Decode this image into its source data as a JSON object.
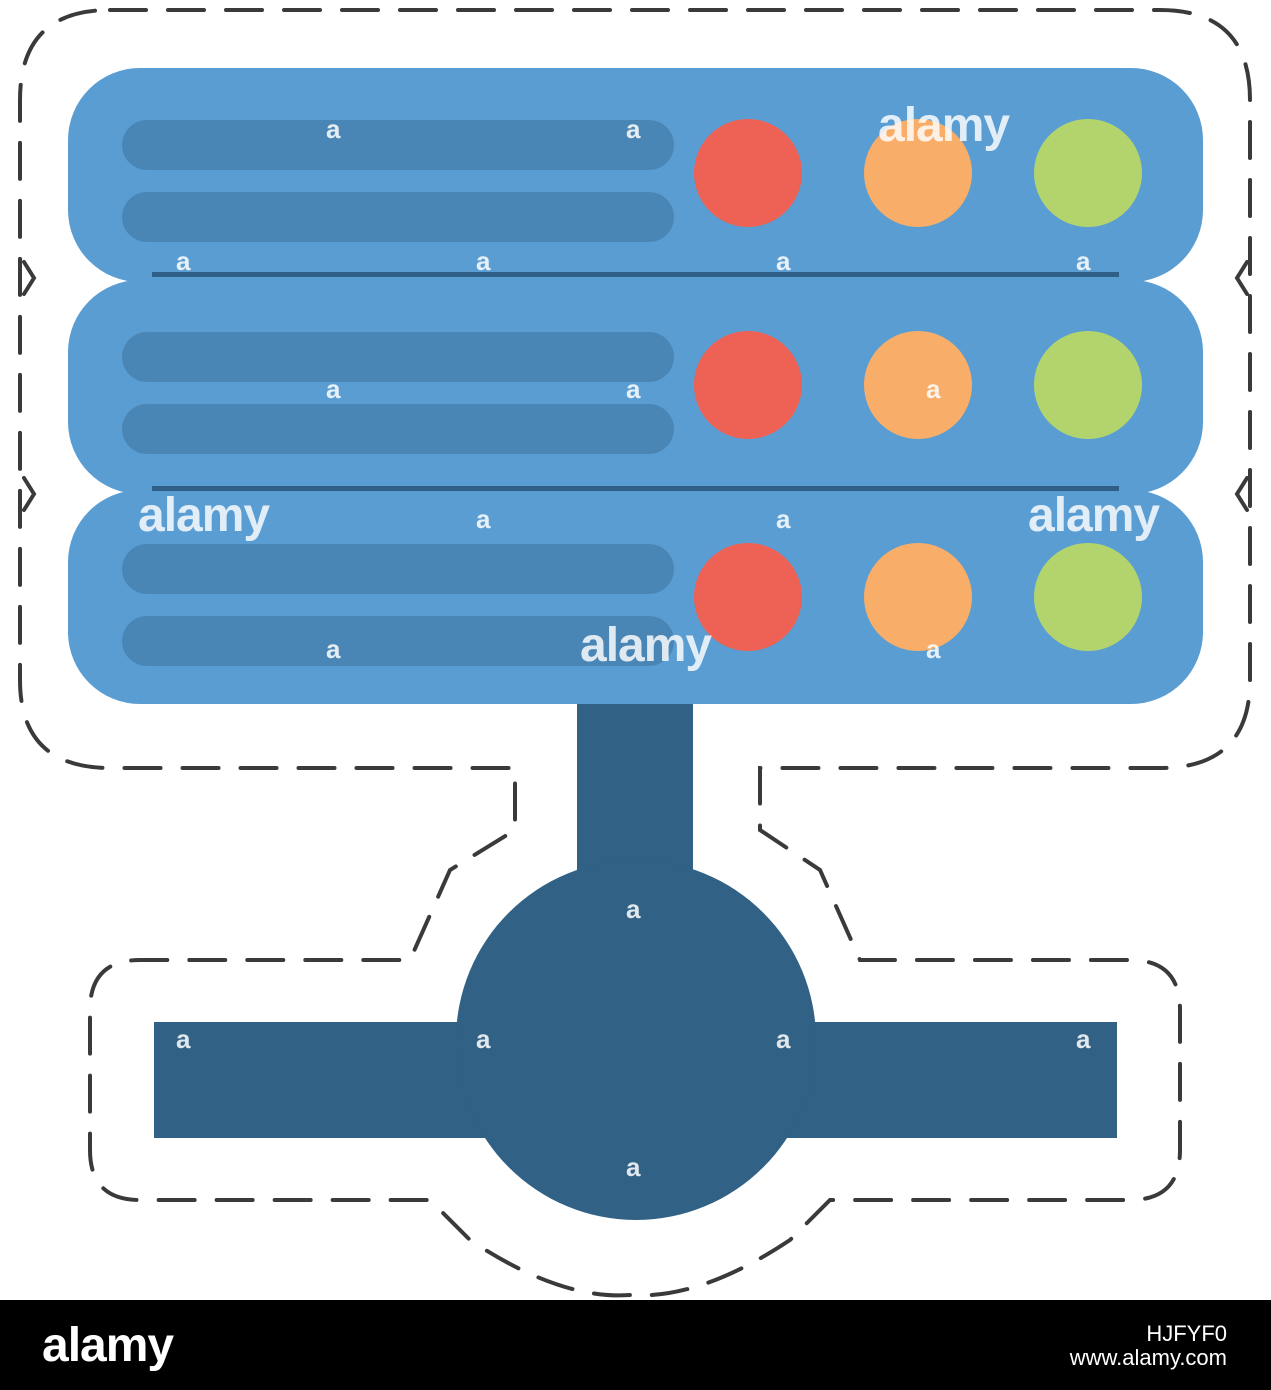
{
  "image": {
    "subject": "server-network-icon",
    "colors": {
      "rack_blue": "#5a9dd3",
      "slot_blue": "#4a86b5",
      "connector_blue": "#316185",
      "divider": "#2f5f86",
      "led_red": "#ee6155",
      "led_orange": "#f8ae68",
      "led_green": "#b3d46d",
      "dash_outline": "#3a3a3a",
      "footer_bg": "#000000"
    },
    "icons": [
      "server-rack-icon",
      "network-hub-icon"
    ]
  },
  "watermark": {
    "small_glyph": "a",
    "word": "alamy"
  },
  "footer": {
    "logo": "alamy",
    "image_id": "HJFYF0",
    "url": "www.alamy.com"
  }
}
